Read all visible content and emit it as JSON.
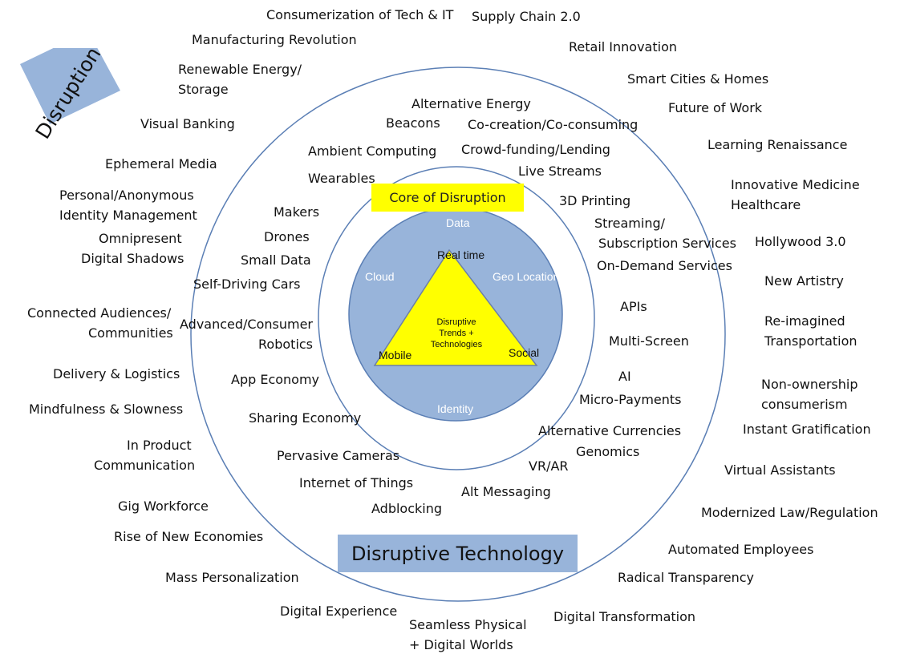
{
  "disruption_title": "Disruption",
  "core_label": "Core of Disruption",
  "technology_label": "Disruptive Technology",
  "inner_circle": {
    "top": "Data",
    "left": "Cloud",
    "right": "Geo Location",
    "bottom": "Identity"
  },
  "triangle": {
    "top": "Real time",
    "bottom_left": "Mobile",
    "bottom_right": "Social",
    "center": [
      "Disruptive",
      "Trends +",
      "Technologies"
    ]
  },
  "outer_ring": [
    [
      "Consumerization of Tech & IT"
    ],
    [
      "Supply Chain 2.0"
    ],
    [
      "Manufacturing Revolution"
    ],
    [
      "Retail Innovation"
    ],
    [
      "Renewable Energy/",
      "Storage"
    ],
    [
      "Smart Cities & Homes"
    ],
    [
      "Future of Work"
    ],
    [
      "Visual Banking"
    ],
    [
      "Learning Renaissance"
    ],
    [
      "Ephemeral Media"
    ],
    [
      "Innovative Medicine",
      "Healthcare"
    ],
    [
      "Personal/Anonymous",
      "Identity Management"
    ],
    [
      "Omnipresent",
      "Digital Shadows"
    ],
    [
      "Hollywood 3.0"
    ],
    [
      "New Artistry"
    ],
    [
      "Connected Audiences/",
      "Communities"
    ],
    [
      "Re-imagined",
      "Transportation"
    ],
    [
      "Delivery & Logistics"
    ],
    [
      "Non-ownership",
      "consumerism"
    ],
    [
      "Mindfulness & Slowness"
    ],
    [
      "Instant Gratification"
    ],
    [
      "In Product",
      "Communication"
    ],
    [
      "Virtual Assistants"
    ],
    [
      "Gig Workforce"
    ],
    [
      "Modernized Law/Regulation"
    ],
    [
      "Rise of New Economies"
    ],
    [
      "Automated Employees"
    ],
    [
      "Mass Personalization"
    ],
    [
      "Radical Transparency"
    ],
    [
      "Digital Experience"
    ],
    [
      "Digital Transformation"
    ],
    [
      "Seamless Physical",
      "+ Digital Worlds"
    ]
  ],
  "middle_ring": [
    [
      "Alternative Energy"
    ],
    [
      "Beacons"
    ],
    [
      "Co-creation/Co-consuming"
    ],
    [
      "Ambient Computing"
    ],
    [
      "Crowd-funding/Lending"
    ],
    [
      "Wearables"
    ],
    [
      "Live Streams"
    ],
    [
      "3D Printing"
    ],
    [
      "Makers"
    ],
    [
      "Streaming/",
      "Subscription Services"
    ],
    [
      "Drones"
    ],
    [
      "Small Data"
    ],
    [
      "On-Demand Services"
    ],
    [
      "Self-Driving Cars"
    ],
    [
      "APIs"
    ],
    [
      "Advanced/Consumer",
      "Robotics"
    ],
    [
      "Multi-Screen"
    ],
    [
      "AI"
    ],
    [
      "App Economy"
    ],
    [
      "Micro-Payments"
    ],
    [
      "Sharing Economy"
    ],
    [
      "Alternative Currencies"
    ],
    [
      "Genomics"
    ],
    [
      "Pervasive Cameras"
    ],
    [
      "VR/AR"
    ],
    [
      "Internet of Things"
    ],
    [
      "Alt Messaging"
    ],
    [
      "Adblocking"
    ]
  ]
}
